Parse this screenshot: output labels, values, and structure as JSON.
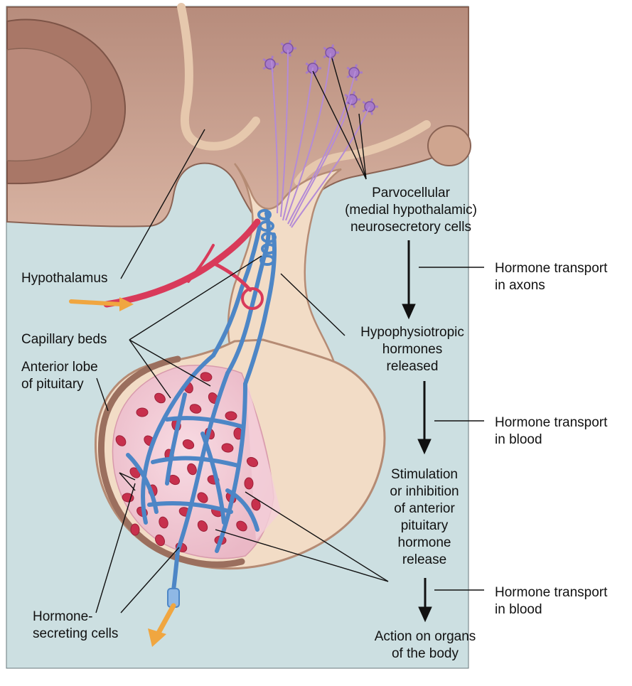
{
  "labels": {
    "hypothalamus": "Hypothalamus",
    "capillary_beds": "Capillary beds",
    "anterior_lobe": "Anterior lobe\nof pituitary",
    "hormone_secreting": "Hormone-\nsecreting cells",
    "parvocellular": "Parvocellular\n(medial hypothalamic)\nneurosecretory cells",
    "hypophysiotropic": "Hypophysiotropic\nhormones\nreleased",
    "stimulation": "Stimulation\nor inhibition\nof anterior\npituitary\nhormone\nrelease",
    "action": "Action on organs\nof the body",
    "transport_axons": "Hormone transport\nin axons",
    "transport_blood_1": "Hormone transport\nin blood",
    "transport_blood_2": "Hormone transport\nin blood"
  },
  "colors": {
    "background": "#ccdfe1",
    "brain_tissue": "#c99f8e",
    "stalk_tissue": "#f2dcc6",
    "vessel_blue": "#4d86c6",
    "vessel_red": "#d93a5a",
    "cell_red": "#c7304d",
    "neuron_purple": "#a77bc9",
    "pink_lobe": "#f1c7d4"
  }
}
